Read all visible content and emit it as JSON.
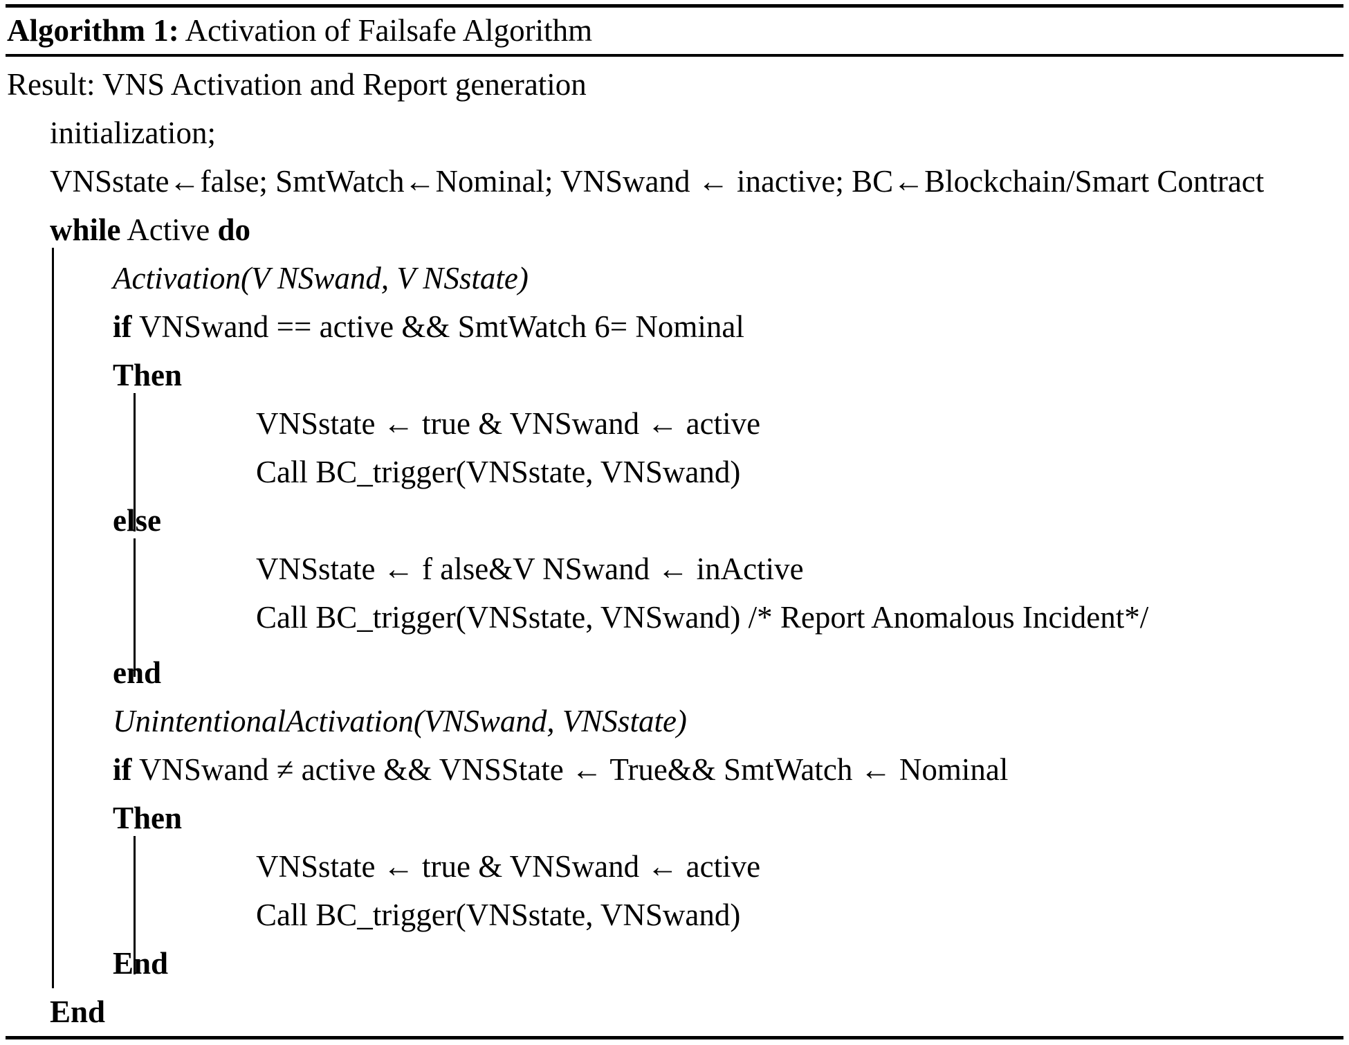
{
  "algorithm": {
    "label": "Algorithm 1:",
    "title": "Activation of Failsafe Algorithm",
    "result_line": "Result: VNS Activation and Report generation",
    "lines": {
      "initialization": "initialization;",
      "init_assignments": "VNSstate←false; SmtWatch←Nominal; VNSwand ← inactive; BC←Blockchain/Smart Contract",
      "while_kw": "while",
      "while_cond": "Active",
      "do_kw": "do",
      "proc_activation": "Activation(V NSwand, V NSstate)",
      "if1_kw": "if",
      "if1_cond": "VNSwand == active && SmtWatch 6= Nominal",
      "then1_kw": "Then",
      "then1_body_1": "VNSstate ← true & VNSwand ← active",
      "then1_body_2": "Call BC_trigger(VNSstate, VNSwand)",
      "else_kw": "else",
      "else_body_1": "VNSstate ← f alse&V NSwand ← inActive",
      "else_body_2": "Call BC_trigger(VNSstate, VNSwand) /* Report Anomalous Incident*/",
      "end_if_kw": "end",
      "proc_unintentional": "UnintentionalActivation(VNSwand, VNSstate)",
      "if2_kw": "if",
      "if2_cond": "VNSwand ≠ active && VNSState ← True&& SmtWatch ← Nominal",
      "then2_kw": "Then",
      "then2_body_1": "VNSstate ← true & VNSwand ← active",
      "then2_body_2": "Call BC_trigger(VNSstate, VNSwand)",
      "end_if2_kw": "End",
      "end_while_kw": "End"
    }
  }
}
